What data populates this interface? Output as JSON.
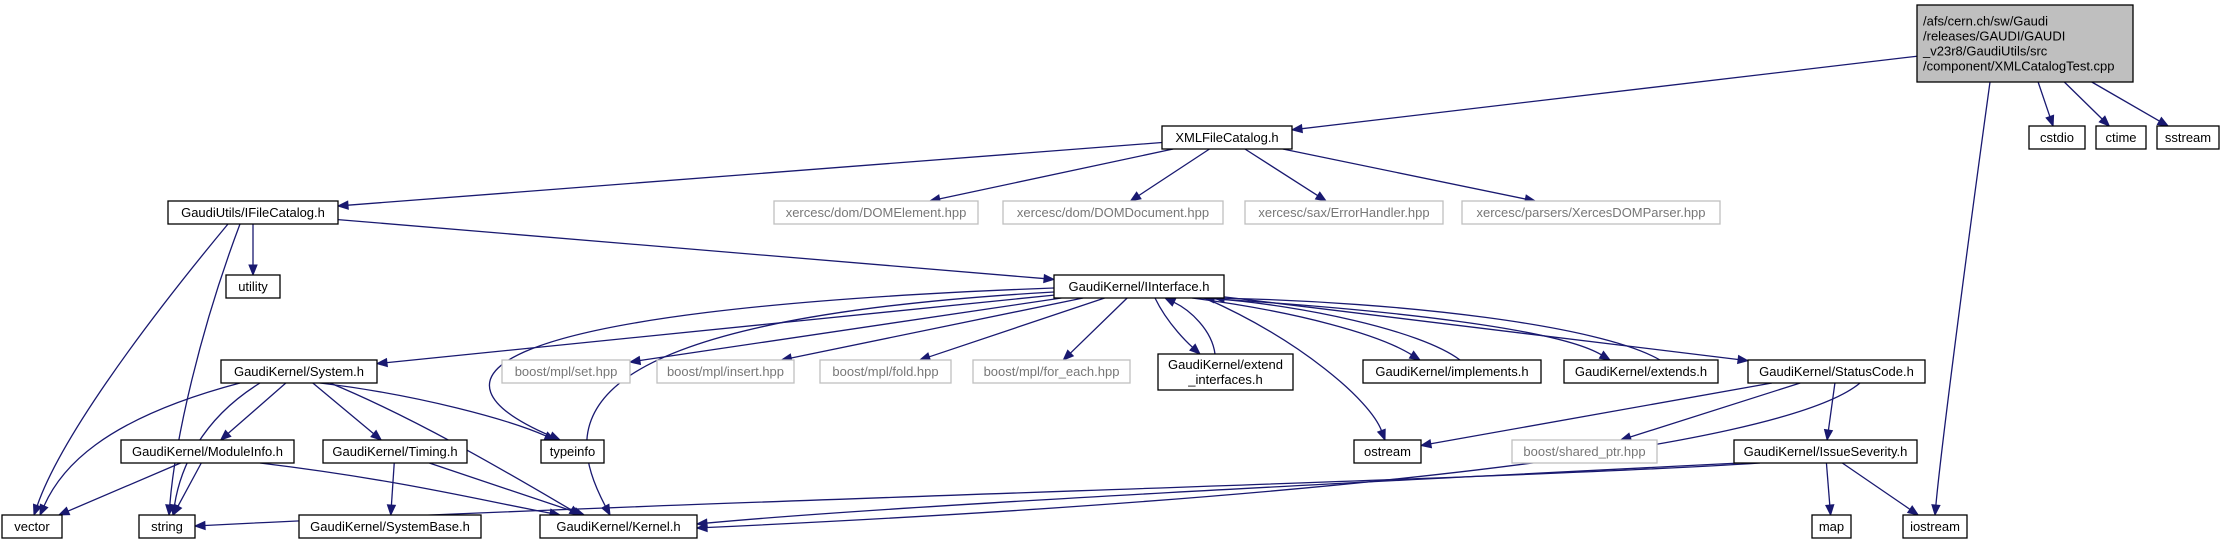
{
  "diagram": {
    "nodes": [
      {
        "id": "root",
        "lines": [
          "/afs/cern.ch/sw/Gaudi",
          "/releases/GAUDI/GAUDI",
          "_v23r8/GaudiUtils/src",
          "/component/XMLCatalogTest.cpp"
        ],
        "style": "root"
      },
      {
        "id": "xmlfc",
        "lines": [
          "XMLFileCatalog.h"
        ],
        "style": "normal"
      },
      {
        "id": "cstdio",
        "lines": [
          "cstdio"
        ],
        "style": "normal"
      },
      {
        "id": "ctime",
        "lines": [
          "ctime"
        ],
        "style": "normal"
      },
      {
        "id": "sstream",
        "lines": [
          "sstream"
        ],
        "style": "normal"
      },
      {
        "id": "ifc",
        "lines": [
          "GaudiUtils/IFileCatalog.h"
        ],
        "style": "normal"
      },
      {
        "id": "domel",
        "lines": [
          "xercesc/dom/DOMElement.hpp"
        ],
        "style": "ext"
      },
      {
        "id": "domdoc",
        "lines": [
          "xercesc/dom/DOMDocument.hpp"
        ],
        "style": "ext"
      },
      {
        "id": "errh",
        "lines": [
          "xercesc/sax/ErrorHandler.hpp"
        ],
        "style": "ext"
      },
      {
        "id": "xdp",
        "lines": [
          "xercesc/parsers/XercesDOMParser.hpp"
        ],
        "style": "ext"
      },
      {
        "id": "utility",
        "lines": [
          "utility"
        ],
        "style": "normal"
      },
      {
        "id": "iif",
        "lines": [
          "GaudiKernel/IInterface.h"
        ],
        "style": "normal"
      },
      {
        "id": "system",
        "lines": [
          "GaudiKernel/System.h"
        ],
        "style": "normal"
      },
      {
        "id": "mplset",
        "lines": [
          "boost/mpl/set.hpp"
        ],
        "style": "ext"
      },
      {
        "id": "mplinsert",
        "lines": [
          "boost/mpl/insert.hpp"
        ],
        "style": "ext"
      },
      {
        "id": "mplfold",
        "lines": [
          "boost/mpl/fold.hpp"
        ],
        "style": "ext"
      },
      {
        "id": "mplfe",
        "lines": [
          "boost/mpl/for_each.hpp"
        ],
        "style": "ext"
      },
      {
        "id": "extif",
        "lines": [
          "GaudiKernel/extend",
          "_interfaces.h"
        ],
        "style": "normal"
      },
      {
        "id": "impl",
        "lines": [
          "GaudiKernel/implements.h"
        ],
        "style": "normal"
      },
      {
        "id": "extends",
        "lines": [
          "GaudiKernel/extends.h"
        ],
        "style": "normal"
      },
      {
        "id": "statuscode",
        "lines": [
          "GaudiKernel/StatusCode.h"
        ],
        "style": "normal"
      },
      {
        "id": "modinfo",
        "lines": [
          "GaudiKernel/ModuleInfo.h"
        ],
        "style": "normal"
      },
      {
        "id": "timing",
        "lines": [
          "GaudiKernel/Timing.h"
        ],
        "style": "normal"
      },
      {
        "id": "typeinfo",
        "lines": [
          "typeinfo"
        ],
        "style": "normal"
      },
      {
        "id": "ostream",
        "lines": [
          "ostream"
        ],
        "style": "normal"
      },
      {
        "id": "sharedptr",
        "lines": [
          "boost/shared_ptr.hpp"
        ],
        "style": "ext"
      },
      {
        "id": "issue",
        "lines": [
          "GaudiKernel/IssueSeverity.h"
        ],
        "style": "normal"
      },
      {
        "id": "vector",
        "lines": [
          "vector"
        ],
        "style": "normal"
      },
      {
        "id": "string",
        "lines": [
          "string"
        ],
        "style": "normal"
      },
      {
        "id": "sysbase",
        "lines": [
          "GaudiKernel/SystemBase.h"
        ],
        "style": "normal"
      },
      {
        "id": "kernel",
        "lines": [
          "GaudiKernel/Kernel.h"
        ],
        "style": "normal"
      },
      {
        "id": "map",
        "lines": [
          "map"
        ],
        "style": "normal"
      },
      {
        "id": "iostream",
        "lines": [
          "iostream"
        ],
        "style": "normal"
      }
    ],
    "edges": [
      [
        "root",
        "xmlfc"
      ],
      [
        "root",
        "cstdio"
      ],
      [
        "root",
        "ctime"
      ],
      [
        "root",
        "sstream"
      ],
      [
        "root",
        "iostream"
      ],
      [
        "xmlfc",
        "ifc"
      ],
      [
        "xmlfc",
        "domel"
      ],
      [
        "xmlfc",
        "domdoc"
      ],
      [
        "xmlfc",
        "errh"
      ],
      [
        "xmlfc",
        "xdp"
      ],
      [
        "ifc",
        "utility"
      ],
      [
        "ifc",
        "iif"
      ],
      [
        "ifc",
        "vector"
      ],
      [
        "ifc",
        "string"
      ],
      [
        "iif",
        "system"
      ],
      [
        "iif",
        "mplset"
      ],
      [
        "iif",
        "mplinsert"
      ],
      [
        "iif",
        "mplfold"
      ],
      [
        "iif",
        "mplfe"
      ],
      [
        "iif",
        "extif"
      ],
      [
        "iif",
        "impl"
      ],
      [
        "iif",
        "extends"
      ],
      [
        "iif",
        "statuscode"
      ],
      [
        "iif",
        "typeinfo"
      ],
      [
        "iif",
        "ostream"
      ],
      [
        "iif",
        "kernel"
      ],
      [
        "extif",
        "iif"
      ],
      [
        "impl",
        "iif"
      ],
      [
        "extends",
        "iif"
      ],
      [
        "system",
        "modinfo"
      ],
      [
        "system",
        "timing"
      ],
      [
        "system",
        "typeinfo"
      ],
      [
        "system",
        "kernel"
      ],
      [
        "system",
        "vector"
      ],
      [
        "system",
        "string"
      ],
      [
        "modinfo",
        "vector"
      ],
      [
        "modinfo",
        "string"
      ],
      [
        "modinfo",
        "kernel"
      ],
      [
        "timing",
        "sysbase"
      ],
      [
        "timing",
        "kernel"
      ],
      [
        "statuscode",
        "ostream"
      ],
      [
        "statuscode",
        "sharedptr"
      ],
      [
        "statuscode",
        "issue"
      ],
      [
        "statuscode",
        "kernel"
      ],
      [
        "issue",
        "map"
      ],
      [
        "issue",
        "iostream"
      ],
      [
        "issue",
        "string"
      ],
      [
        "issue",
        "kernel"
      ]
    ]
  }
}
